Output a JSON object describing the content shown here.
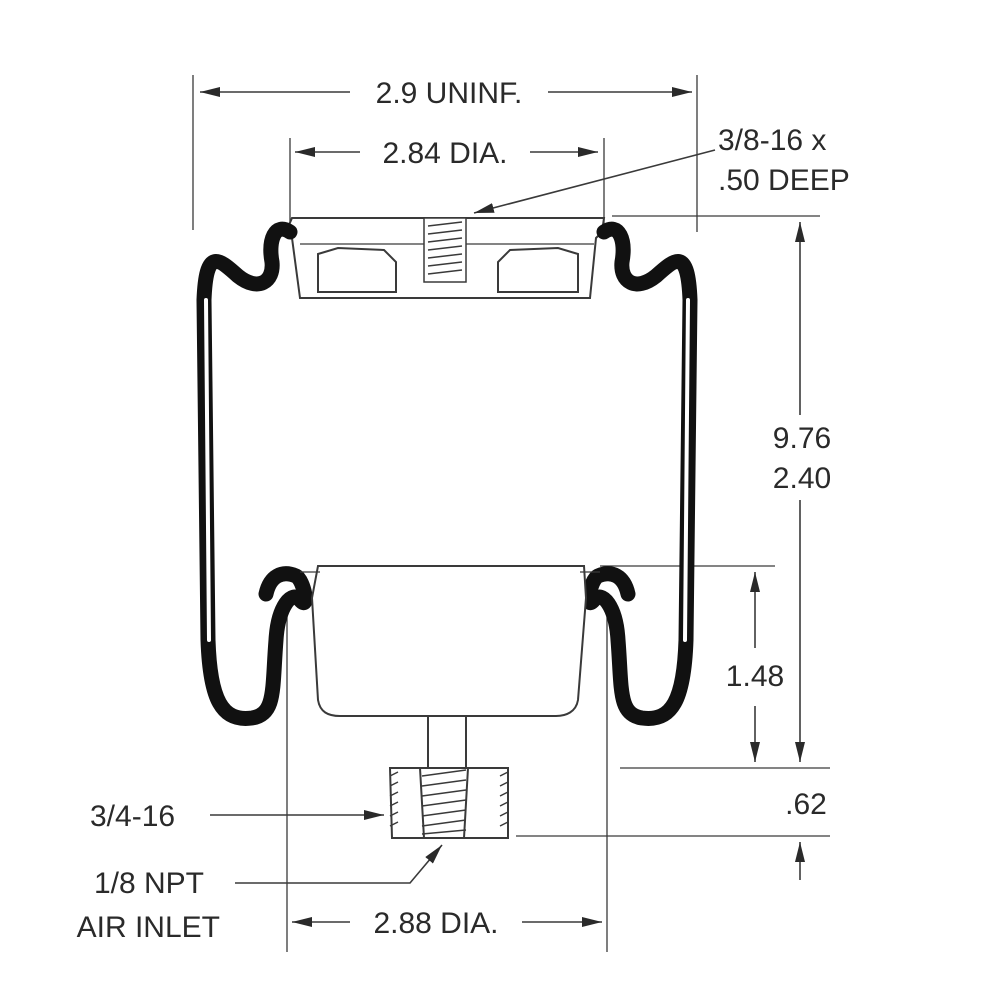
{
  "diagram": {
    "labels": {
      "overall_width": "2.9 UNINF.",
      "top_plate_dia": "2.84 DIA.",
      "top_thread_line1": "3/8-16 x",
      "top_thread_line2": ".50 DEEP",
      "height_line1": "9.76",
      "height_line2": "2.40",
      "piston_height": "1.48",
      "stud_length": ".62",
      "stud_thread": "3/4-16",
      "air_inlet_line1": "1/8 NPT",
      "air_inlet_line2": "AIR INLET",
      "bottom_dia": "2.88 DIA."
    }
  }
}
